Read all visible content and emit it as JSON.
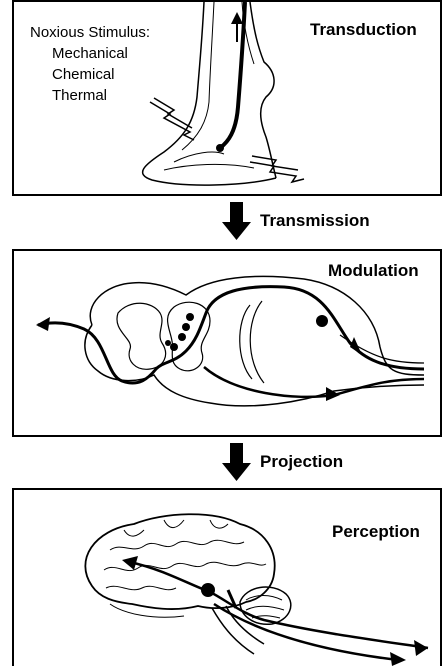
{
  "panels": {
    "transduction": {
      "title": "Transduction",
      "stimulus_heading": "Noxious Stimulus:",
      "stimuli": [
        "Mechanical",
        "Chemical",
        "Thermal"
      ]
    },
    "modulation": {
      "title": "Modulation"
    },
    "perception": {
      "title": "Perception"
    }
  },
  "arrows": {
    "transmission": "Transmission",
    "projection": "Projection"
  }
}
